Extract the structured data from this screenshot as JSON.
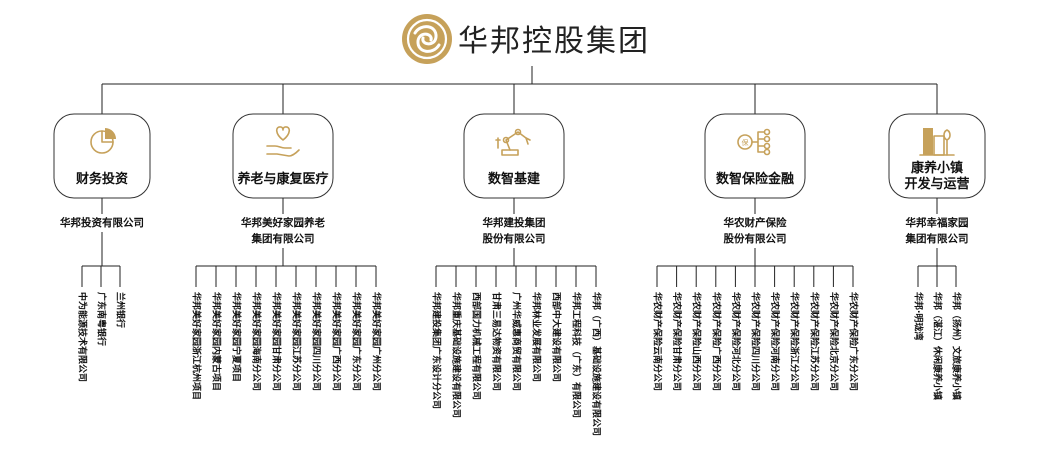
{
  "header": {
    "group_name": "华邦控股集团",
    "logo_icon": "yin-yang-swirl-logo",
    "accent_color": "#c6a15a"
  },
  "divisions": [
    {
      "id": "finance",
      "title": [
        "财务投资"
      ],
      "icon": "pie-chart-icon",
      "company": [
        "华邦投资有限公司"
      ],
      "subsidiaries": [
        "中为能源技术有限公司",
        "广东南粤银行",
        "兰州银行"
      ]
    },
    {
      "id": "elderly",
      "title": [
        "养老与康复医疗"
      ],
      "icon": "heart-in-hand-icon",
      "company": [
        "华邦美好家园养老",
        "集团有限公司"
      ],
      "subsidiaries": [
        "华邦美好家园浙江杭州项目",
        "华邦美好家园内蒙古项目",
        "华邦美好家园宁夏项目",
        "华邦美好家园海南分公司",
        "华邦美好家园甘肃分公司",
        "华邦美好家园江苏分公司",
        "华邦美好家园四川分公司",
        "华邦美好家园广西分公司",
        "华邦美好家园广东分公司",
        "华邦美好家园广州分公司"
      ]
    },
    {
      "id": "digital",
      "title": [
        "数智基建"
      ],
      "icon": "robot-arm-icon",
      "company": [
        "华邦建投集团",
        "股份有限公司"
      ],
      "subsidiaries": [
        "华邦建投集团广东设计分公司",
        "华邦重庆基础设施建设有限公司",
        "西部国力机械工程有限公司",
        "甘肃三易达物资有限公司",
        "广州华威惠商贸有限公司",
        "华邦林业发展有限公司",
        "西部中大建设有限公司",
        "华邦工程科技（广东）有限公司",
        "华邦（广西）基础设施建设有限公司"
      ]
    },
    {
      "id": "insurance",
      "title": [
        "数智保险金融"
      ],
      "icon": "insurance-network-icon",
      "company": [
        "华农财产保险",
        "股份有限公司"
      ],
      "subsidiaries": [
        "华农财产保险云南分公司",
        "华农财产保险甘肃分公司",
        "华农财产保险山西分公司",
        "华农财产保险广西分公司",
        "华农财产保险河北分公司",
        "华农财产保险四川分公司",
        "华农财产保险河南分公司",
        "华农财产保险浙江分公司",
        "华农财产保险江苏分公司",
        "华农财产保险北京分公司",
        "华农财产保险广东分公司"
      ]
    },
    {
      "id": "town",
      "title": [
        "康养小镇",
        "开发与运营"
      ],
      "icon": "buildings-icon",
      "company": [
        "华邦幸福家园",
        "集团有限公司"
      ],
      "subsidiaries": [
        "华邦·明珑湾",
        "华邦（湛江）休闲康养小镇",
        "华邦（扬州）文旅康养小镇"
      ]
    }
  ]
}
